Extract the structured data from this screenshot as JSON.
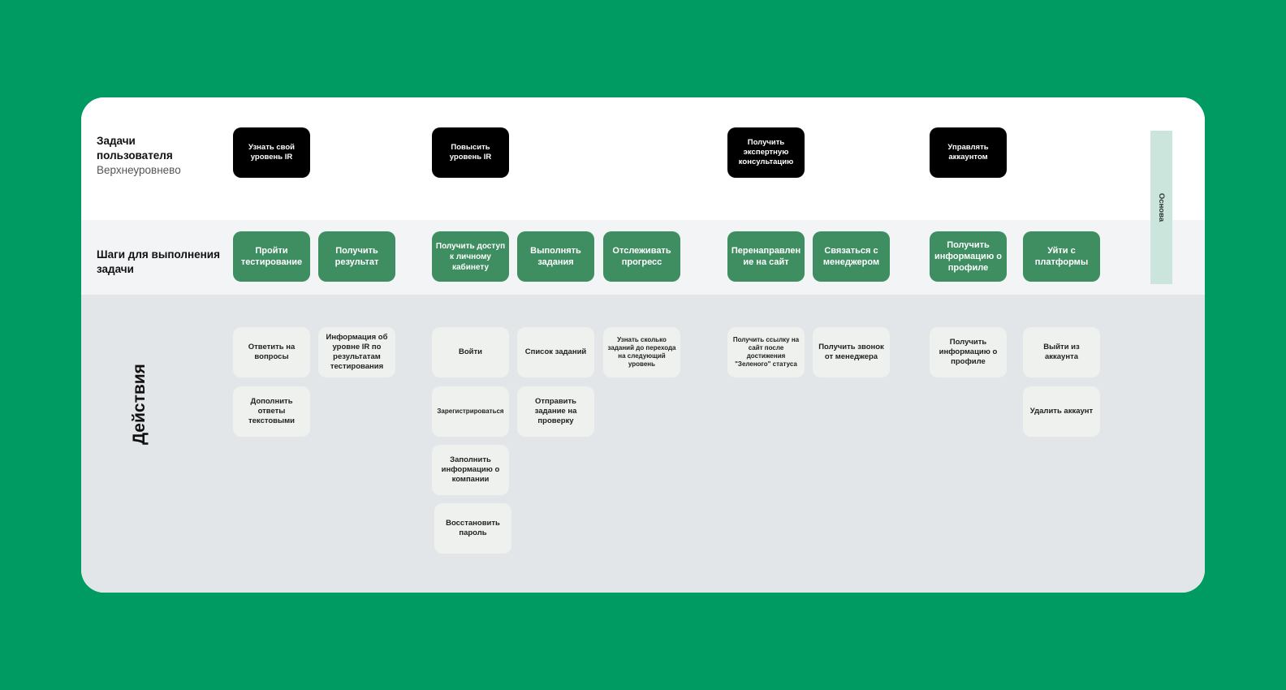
{
  "rows": {
    "tasks_title": "Задачи пользователя",
    "tasks_subtitle": "Верхнеуровнево",
    "steps_title": "Шаги для выполнения задачи",
    "actions_title": "Действия"
  },
  "side_label": "Основа",
  "tasks": [
    "Узнать свой уровень IR",
    "Повысить уровень IR",
    "Получить экспертную консультацию",
    "Управлять аккаунтом"
  ],
  "steps": [
    "Пройти тестирование",
    "Получить результат",
    "Получить доступ к личному кабинету",
    "Выполнять задания",
    "Отслеживать прогресс",
    "Перенаправление на сайт",
    "Связаться с менеджером",
    "Получить информацию о профиле",
    "Уйти с платформы"
  ],
  "actions": {
    "take_test": [
      "Ответить на вопросы",
      "Дополнить ответы текстовыми"
    ],
    "get_result": [
      "Информация об уровне IR по результатам тестирования"
    ],
    "cabinet_access": [
      "Войти",
      "Зарегистрироваться",
      "Заполнить информацию о компании",
      "Восстановить пароль"
    ],
    "do_tasks": [
      "Список заданий",
      "Отправить задание на проверку"
    ],
    "track_progress": [
      "Узнать сколько заданий до перехода на следующий уровень"
    ],
    "redirect": [
      "Получить ссылку на сайт после достижения \"Зеленого\" статуса"
    ],
    "contact_manager": [
      "Получить звонок от менеджера"
    ],
    "profile_info": [
      "Получить информацию о профиле"
    ],
    "leave": [
      "Выйти из аккаунта",
      "Удалить аккаунт"
    ]
  },
  "colors": {
    "background": "#009a63",
    "task_card": "#000000",
    "step_card": "#3e8e62",
    "action_card": "#eef1ed",
    "side_label_bg": "#cbe5dd"
  }
}
